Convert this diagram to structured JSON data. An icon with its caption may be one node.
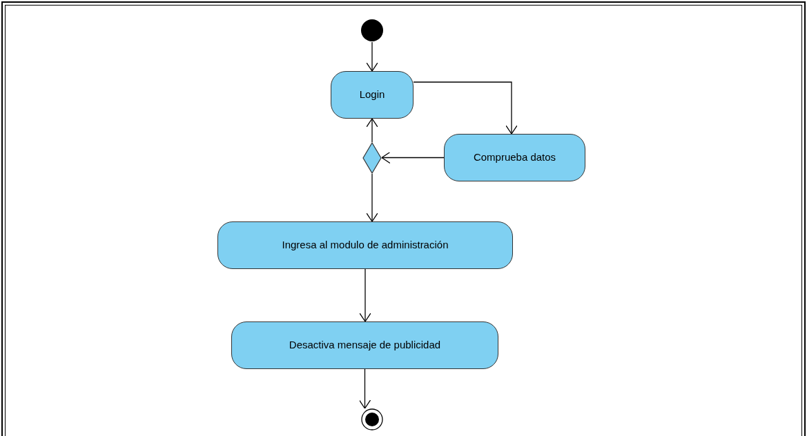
{
  "diagram": {
    "nodes": [
      {
        "text": [],
        "shape": "circle"
      },
      {
        "text": [
          "Login"
        ]
      },
      {
        "text": [
          "Comprueba datos"
        ]
      },
      {
        "text": [],
        "shape": "diamond"
      },
      {
        "text": [
          "Ingresa al modulo de administración"
        ]
      },
      {
        "text": [
          "Desactiva mensaje de publicidad"
        ]
      },
      {
        "text": [],
        "shape": "circle"
      }
    ],
    "edges": [
      {
        "from": 0,
        "to": 1,
        "arrow": "to"
      },
      {
        "from": 1,
        "to": 2,
        "arrow": "to"
      },
      {
        "from": 2,
        "to": 3,
        "arrow": "to"
      },
      {
        "from": 3,
        "to": 1,
        "arrow": "to"
      },
      {
        "from": 3,
        "to": 4,
        "arrow": "to"
      },
      {
        "from": 4,
        "to": 5,
        "arrow": "to"
      },
      {
        "from": 5,
        "to": 6,
        "arrow": "to"
      }
    ]
  }
}
